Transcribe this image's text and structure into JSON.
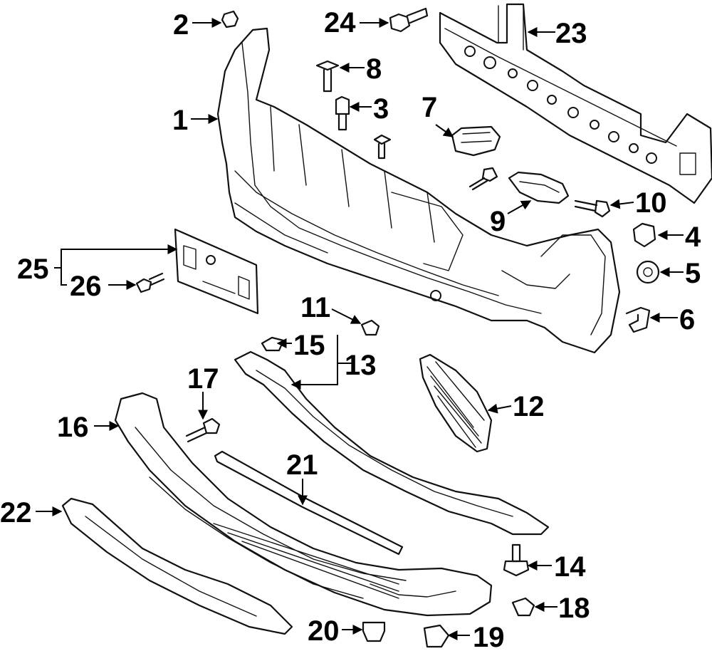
{
  "diagram": {
    "callouts": [
      {
        "id": "c1",
        "label": "1"
      },
      {
        "id": "c2",
        "label": "2"
      },
      {
        "id": "c3",
        "label": "3"
      },
      {
        "id": "c4",
        "label": "4"
      },
      {
        "id": "c5",
        "label": "5"
      },
      {
        "id": "c6",
        "label": "6"
      },
      {
        "id": "c7",
        "label": "7"
      },
      {
        "id": "c8",
        "label": "8"
      },
      {
        "id": "c9",
        "label": "9"
      },
      {
        "id": "c10",
        "label": "10"
      },
      {
        "id": "c11",
        "label": "11"
      },
      {
        "id": "c12",
        "label": "12"
      },
      {
        "id": "c13",
        "label": "13"
      },
      {
        "id": "c14",
        "label": "14"
      },
      {
        "id": "c15",
        "label": "15"
      },
      {
        "id": "c16",
        "label": "16"
      },
      {
        "id": "c17",
        "label": "17"
      },
      {
        "id": "c18",
        "label": "18"
      },
      {
        "id": "c19",
        "label": "19"
      },
      {
        "id": "c20",
        "label": "20"
      },
      {
        "id": "c21",
        "label": "21"
      },
      {
        "id": "c22",
        "label": "22"
      },
      {
        "id": "c23",
        "label": "23"
      },
      {
        "id": "c24",
        "label": "24"
      },
      {
        "id": "c25",
        "label": "25"
      },
      {
        "id": "c26",
        "label": "26"
      }
    ]
  }
}
